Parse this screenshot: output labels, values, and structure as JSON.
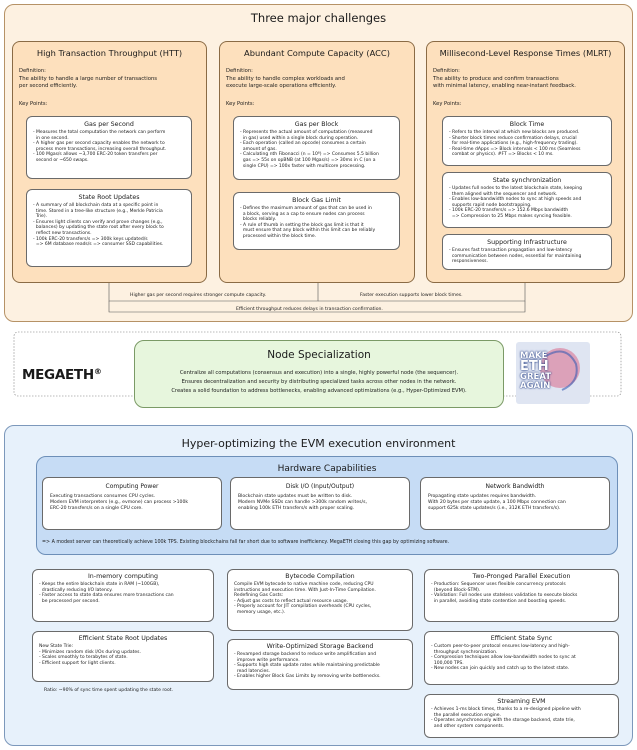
{
  "top": {
    "title": "Three major challenges",
    "columns": [
      {
        "title": "High Transaction Throughput (HTT)",
        "definition_label": "Definition:",
        "definition": [
          "The ability to handle a large number of transactions",
          "per second efficiently."
        ],
        "key_points_label": "Key Points:",
        "cards": [
          {
            "title": "Gas per Second",
            "lines": [
              "- Measures the total computation the network can perform",
              "  in one second.",
              "- A higher gas per second capacity enables the network to",
              "  process more transactions, increasing overall throughput.",
              "- 100 Mgas/s allows ~3,700 ERC-20 token transfers per",
              "  second or ~650 swaps."
            ]
          },
          {
            "title": "State Root Updates",
            "lines": [
              "- A summary of all blockchain data at a specific point in",
              "  time. Stored in a tree-like structure (e.g., Merkle Patricia",
              "  Trie).",
              "- Ensures light clients can verify and prove changes (e.g.,",
              "  balances) by updating the state root after every block to",
              "  reflect new transactions.",
              "- 100k ERC-20 transfers/s => 300k keys updated/s",
              "  => 6M database reads/s => consumer SSD capabilities."
            ]
          }
        ]
      },
      {
        "title": "Abundant Compute Capacity (ACC)",
        "definition_label": "Definition:",
        "definition": [
          "The ability to handle complex workloads and",
          "execute large-scale operations efficiently."
        ],
        "key_points_label": "Key Points:",
        "cards": [
          {
            "title": "Gas per Block",
            "lines": [
              "- Represents the actual amount of computation (measured",
              "  in gas) used within a single block during operation.",
              "- Each operation (called an opcode) consumes a certain",
              "  amount of gas.",
              "- Calculating nth Fibonacci (n = 10⁸) => Consumes 5.5 billion",
              "  gas => 55s on opBNB (at 100 Mgas/s) => 30ms in C (on a",
              "  single CPU) => 100x faster with multicore processing."
            ]
          },
          {
            "title": "Block Gas Limit",
            "lines": [
              "- Defines the maximum amount of gas that can be used in",
              "  a block, serving as a cap to ensure nodes can process",
              "  blocks reliably.",
              "- A rule of thumb in setting the block gas limit is that it",
              "  must ensure that any block within this limit can be reliably",
              "  processed within the block time."
            ]
          }
        ]
      },
      {
        "title": "Millisecond-Level Response Times (MLRT)",
        "definition_label": "Definition:",
        "definition": [
          "The ability to produce and confirm transactions",
          "with minimal latency, enabling near-instant feedback."
        ],
        "key_points_label": "Key Points:",
        "cards": [
          {
            "title": "Block Time",
            "lines": [
              "- Refers to the interval at which new blocks are produced.",
              "- Shorter block times reduce confirmation delays, crucial",
              "  for real-time applications (e.g., high-frequency trading).",
              "- Real-time dApps => Block intervals < 100 ms (Seamless",
              "  combat or physics). #FT => Blocks < 10 ms."
            ]
          },
          {
            "title": "State synchronization",
            "lines": [
              "- Updates full nodes to the latest blockchain state, keeping",
              "  them aligned with the sequencer and network.",
              "- Enables low-bandwidth nodes to sync at high speeds and",
              "  supports rapid node bootstrapping.",
              "- 100k ERC-20 transfers/s => 152.6 Mbps bandwidth",
              "  => Compression to 25 Mbps makes syncing feasible."
            ]
          },
          {
            "title": "Supporting Infrastructure",
            "lines": [
              "- Ensures fast transaction propagation and low-latency",
              "  communication between nodes, essential for maintaining",
              "  responsiveness."
            ]
          }
        ]
      }
    ],
    "connector_left": "Higher gas per second requires stronger compute capacity.",
    "connector_right": "Faster execution supports lower block times.",
    "connector_bottom": "Efficient throughput reduces delays in transaction confirmation."
  },
  "middle": {
    "logo_text": "MEGAETH",
    "logo_mark": "®",
    "title": "Node Specialization",
    "lines": [
      "Centralize all computations (consensus and execution) into a single, highly powerful node (the sequencer).",
      "Ensures decentralization and security by distributing specialized tasks across other nodes in the network.",
      "Creates a solid foundation to address bottlenecks, enabling advanced optimizations (e.g., Hyper-Optimized EVM)."
    ],
    "badge_lines": [
      "MAKE",
      "ETH",
      "GREAT",
      "AGAIN"
    ]
  },
  "bottom": {
    "title": "Hyper-optimizing the EVM execution environment",
    "hardware": {
      "title": "Hardware Capabilities",
      "cards": [
        {
          "title": "Computing Power",
          "lines": [
            "Executing transactions consumes CPU cycles.",
            "",
            "Modern EVM interpreters (e.g., evmone) can process >100k",
            "ERC-20 transfers/s on a single CPU core."
          ]
        },
        {
          "title": "Disk I/O (Input/Output)",
          "lines": [
            "Blockchain state updates must be written to disk.",
            "",
            "Modern NVMe SSDs can handle >300k random writes/s,",
            "enabling 100k ETH transfers/s with proper scaling."
          ]
        },
        {
          "title": "Network Bandwidth",
          "lines": [
            "Propagating state updates requires bandwidth.",
            "",
            "With 20 bytes per state update, a 100 Mbps connection can",
            "support 625k state updates/s (i.e., 312K ETH transfers/s)."
          ]
        }
      ],
      "summary": "=> A modest server can theoretically achieve 100k TPS. Existing blockchains fall far short due to software inefficiency. MegaETH closing this gap by optimizing software."
    },
    "cards": [
      {
        "title": "In-memory computing",
        "lines": [
          "- Keeps the entire blockchain state in RAM (~100GB),",
          "  drastically reducing I/O latency.",
          "- Faster access to state data ensures more transactions can",
          "  be processed per second."
        ]
      },
      {
        "title": "Bytecode Compilation",
        "lines": [
          "Compile EVM bytecode to native machine code, reducing CPU",
          "instructions and execution time. With Just-In-Time Compilation.",
          "Redefining Gas Costs:",
          "- Adjust gas costs to reflect actual resource usage.",
          "- Properly account for JIT compilation overheads (CPU cycles,",
          "  memory usage, etc.)."
        ]
      },
      {
        "title": "Two-Pronged Parallel Execution",
        "lines": [
          "- Production: Sequencer uses flexible concurrency protocols",
          "  (beyond Block-STM).",
          "- Validation: Full nodes use stateless validation to execute blocks",
          "  in parallel, avoiding state contention and boosting speeds."
        ]
      },
      {
        "title": "Efficient State Root Updates",
        "lines": [
          "New State Trie:",
          "- Minimizes random disk I/Os during updates.",
          "- Scales smoothly to terabytes of state.",
          "- Efficient support for light clients."
        ]
      },
      {
        "title": "Write-Optimized Storage Backend",
        "lines": [
          "- Revamped storage backend to reduce write amplification and",
          "  improve write performance.",
          "- Supports high state update rates while maintaining predictable",
          "  read latencies.",
          "- Enables higher Block Gas Limits by removing write bottlenecks."
        ]
      },
      {
        "title": "Efficient State Sync",
        "lines": [
          "- Custom peer-to-peer protocol ensures low-latency and high-",
          "  throughput synchronization.",
          "- Compression techniques allow low-bandwidth nodes to sync at",
          "  100,000 TPS.",
          "- New nodes can join quickly and catch up to the latest state."
        ]
      },
      {
        "title": "Streaming EVM",
        "lines": [
          "- Achieves 1-ms block times, thanks to a re-designed pipeline with",
          "  the parallel execution engine.",
          "- Operates asynchronously with the storage backend, state trie,",
          "  and other system components."
        ]
      }
    ],
    "ratio_note": "Ratio: ~90% of sync time spent updating the state root."
  }
}
